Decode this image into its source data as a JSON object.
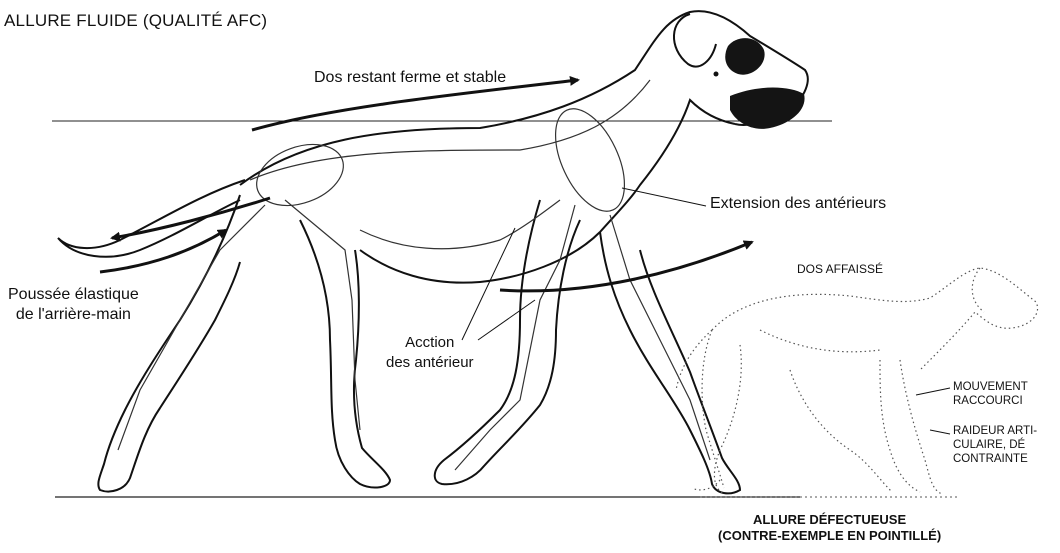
{
  "title": "ALLURE FLUIDE (QUALITÉ AFC)",
  "labels": {
    "back": "Dos restant ferme et stable",
    "forelimb_extension": "Extension des antérieurs",
    "push_line1": "Poussée élastique",
    "push_line2": "de l'arrière-main",
    "action_line1": "Acction",
    "action_line2": "des antérieur",
    "sagging_back": "DOS AFFAISSÉ",
    "short_line1": "MOUVEMENT",
    "short_line2": "RACCOURCI",
    "stiff_line1": "RAIDEUR ARTI-",
    "stiff_line2": "CULAIRE, DÉ",
    "stiff_line3": "CONTRAINTE",
    "faulty_line1": "ALLURE DÉFECTUEUSE",
    "faulty_line2": "(CONTRE-EXEMPLE EN POINTILLÉ)"
  },
  "colors": {
    "ink": "#111111",
    "muzzle": "#141414",
    "dotted": "#555555"
  }
}
